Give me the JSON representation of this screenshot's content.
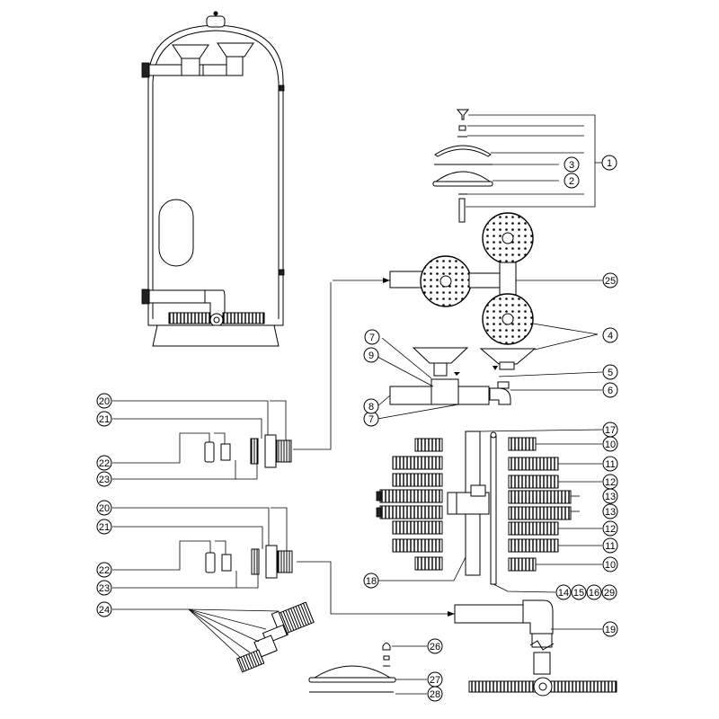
{
  "callouts": [
    {
      "id": "c1",
      "label": "1"
    },
    {
      "id": "c2",
      "label": "2"
    },
    {
      "id": "c3",
      "label": "3"
    },
    {
      "id": "c4",
      "label": "4"
    },
    {
      "id": "c5",
      "label": "5"
    },
    {
      "id": "c6",
      "label": "6"
    },
    {
      "id": "c7a",
      "label": "7"
    },
    {
      "id": "c7b",
      "label": "7"
    },
    {
      "id": "c8",
      "label": "8"
    },
    {
      "id": "c9",
      "label": "9"
    },
    {
      "id": "c10a",
      "label": "10"
    },
    {
      "id": "c10b",
      "label": "10"
    },
    {
      "id": "c11a",
      "label": "11"
    },
    {
      "id": "c11b",
      "label": "11"
    },
    {
      "id": "c12a",
      "label": "12"
    },
    {
      "id": "c12b",
      "label": "12"
    },
    {
      "id": "c13a",
      "label": "13"
    },
    {
      "id": "c13b",
      "label": "13"
    },
    {
      "id": "c14",
      "label": "14"
    },
    {
      "id": "c15",
      "label": "15"
    },
    {
      "id": "c16",
      "label": "16"
    },
    {
      "id": "c17",
      "label": "17"
    },
    {
      "id": "c18",
      "label": "18"
    },
    {
      "id": "c19",
      "label": "19"
    },
    {
      "id": "c20a",
      "label": "20"
    },
    {
      "id": "c20b",
      "label": "20"
    },
    {
      "id": "c21a",
      "label": "21"
    },
    {
      "id": "c21b",
      "label": "21"
    },
    {
      "id": "c22a",
      "label": "22"
    },
    {
      "id": "c22b",
      "label": "22"
    },
    {
      "id": "c23a",
      "label": "23"
    },
    {
      "id": "c23b",
      "label": "23"
    },
    {
      "id": "c24",
      "label": "24"
    },
    {
      "id": "c25",
      "label": "25"
    },
    {
      "id": "c26",
      "label": "26"
    },
    {
      "id": "c27",
      "label": "27"
    },
    {
      "id": "c28",
      "label": "28"
    },
    {
      "id": "c29",
      "label": "29"
    }
  ]
}
